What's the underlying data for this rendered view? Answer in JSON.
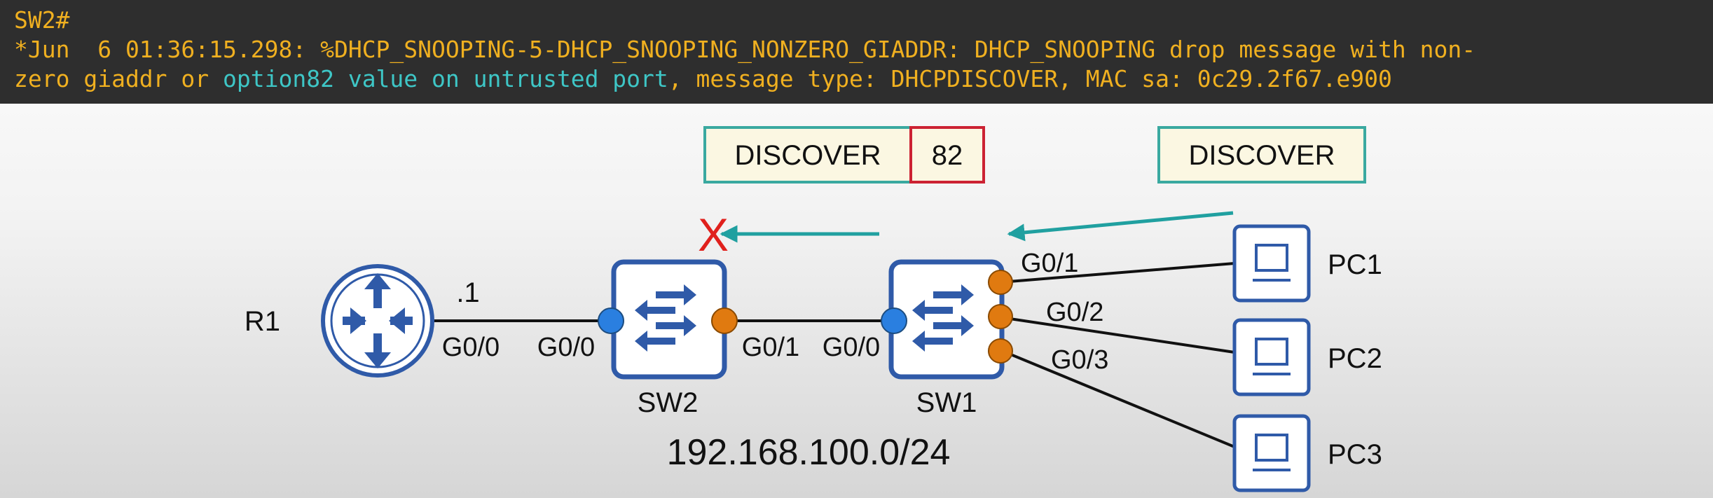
{
  "terminal": {
    "prompt": "SW2#",
    "log_line1_a": "*Jun  6 01:36:15.298: %DHCP_SNOOPING-5-DHCP_SNOOPING_NONZERO_GIADDR: DHCP_SNOOPING drop message with non-",
    "log_line2_a": "zero giaddr or ",
    "log_line2_hl": "option82 value on untrusted port",
    "log_line2_b": ", message type: DHCPDISCOVER, MAC sa: 0c29.2f67.e900"
  },
  "colors": {
    "terminal_bg": "#2e2e2e",
    "terminal_text": "#f0b020",
    "terminal_highlight": "#3ec6c6",
    "device_blue": "#2f5aa8",
    "trusted_port": "#2a7fe0",
    "untrusted_port": "#e07a10",
    "arrow": "#20a0a0",
    "drop_x": "#e0201c",
    "option82_border": "#cc2233"
  },
  "messages": {
    "sw2_side": {
      "type": "DISCOVER",
      "option": "82"
    },
    "pc_side": {
      "type": "DISCOVER"
    }
  },
  "devices": {
    "router": {
      "name": "R1",
      "ip_suffix": ".1",
      "port": "G0/0",
      "icon": "router-icon"
    },
    "sw2": {
      "name": "SW2",
      "port_left": "G0/0",
      "port_right": "G0/1",
      "icon": "switch-icon"
    },
    "sw1": {
      "name": "SW1",
      "port_left": "G0/0",
      "ports_right": [
        "G0/1",
        "G0/2",
        "G0/3"
      ],
      "icon": "switch-icon"
    },
    "pcs": [
      {
        "name": "PC1",
        "icon": "pc-icon"
      },
      {
        "name": "PC2",
        "icon": "pc-icon"
      },
      {
        "name": "PC3",
        "icon": "pc-icon"
      }
    ]
  },
  "network": "192.168.100.0/24",
  "drop_marker": "X"
}
